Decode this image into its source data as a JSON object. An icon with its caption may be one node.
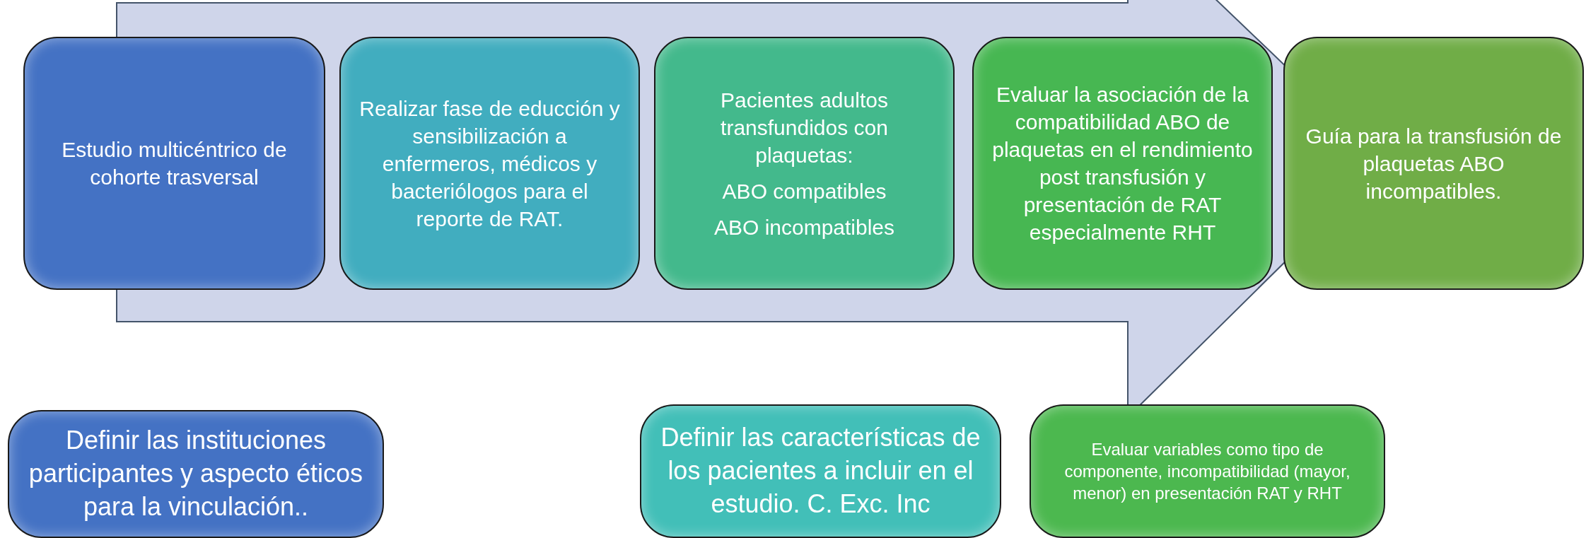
{
  "diagram": {
    "nodes": [
      {
        "text": [
          "Estudio multicéntrico de cohorte trasversal"
        ]
      },
      {
        "text": [
          "Realizar fase de educción y sensibilización a enfermeros, médicos y bacteriólogos para el reporte de RAT."
        ]
      },
      {
        "text": [
          "Pacientes adultos transfundidos con plaquetas:",
          "ABO compatibles",
          "ABO incompatibles"
        ]
      },
      {
        "text": [
          "Evaluar la asociación de la compatibilidad ABO de plaquetas en el rendimiento post transfusión y presentación de RAT especialmente RHT"
        ]
      },
      {
        "text": [
          "Guía para la transfusión de plaquetas ABO incompatibles."
        ]
      },
      {
        "text": [
          "Definir las instituciones participantes y aspecto éticos para la vinculación.."
        ]
      },
      {
        "text": [
          "Definir las características de los pacientes a incluir en el estudio. C. Exc. Inc"
        ]
      },
      {
        "text": [
          "Evaluar variables como tipo de componente, incompatibilidad (mayor, menor) en presentación RAT y RHT"
        ]
      }
    ],
    "edges": [
      {
        "from": 0,
        "to": 4,
        "arrow": "to"
      }
    ]
  }
}
